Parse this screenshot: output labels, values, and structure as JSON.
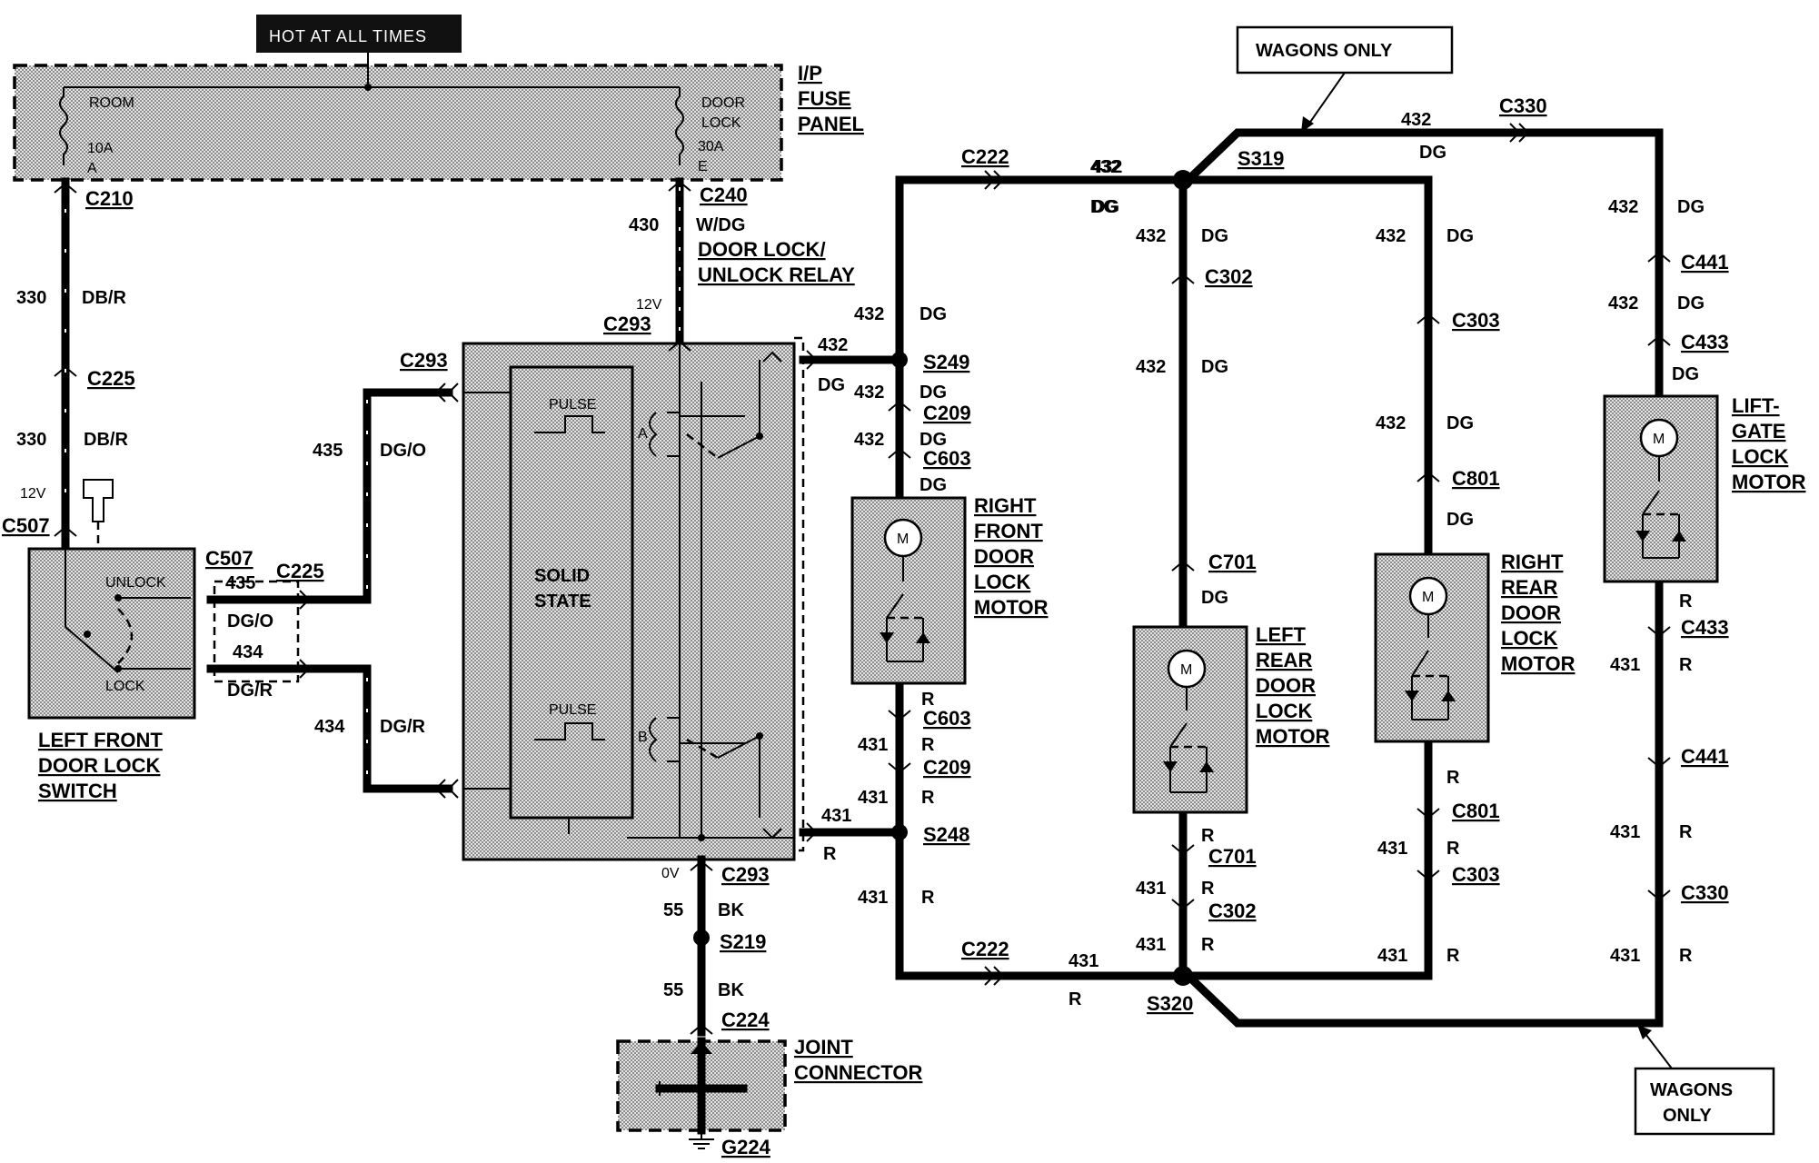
{
  "labels": {
    "hot_at_all_times": "HOT AT ALL TIMES",
    "ip": "I/P",
    "fuse": "FUSE",
    "panel": "PANEL",
    "room": "ROOM",
    "room_amp": "10A",
    "room_pos": "A",
    "door": "DOOR",
    "lock": "LOCK",
    "door_amp": "30A",
    "door_pos": "E",
    "wagons_only_top_1": "WAGONS ONLY",
    "wagons_only_bot_1": "WAGONS",
    "wagons_only_bot_2": "ONLY",
    "relay_1": "DOOR LOCK/",
    "relay_2": "UNLOCK RELAY",
    "solid_1": "SOLID",
    "solid_2": "STATE",
    "pulse": "PULSE",
    "relay_a": "A",
    "relay_b": "B",
    "unlock": "UNLOCK",
    "lock_sw": "LOCK",
    "lf_1": "LEFT FRONT",
    "lf_2": "DOOR LOCK",
    "lf_3": "SWITCH",
    "rf_1": "RIGHT",
    "rf_2": "FRONT",
    "rf_3": "DOOR",
    "rf_4": "LOCK",
    "rf_5": "MOTOR",
    "lr_1": "LEFT",
    "lr_2": "REAR",
    "lr_3": "DOOR",
    "lr_4": "LOCK",
    "lr_5": "MOTOR",
    "rr_1": "RIGHT",
    "rr_2": "REAR",
    "rr_3": "DOOR",
    "rr_4": "LOCK",
    "rr_5": "MOTOR",
    "lg_1": "LIFT-",
    "lg_2": "GATE",
    "lg_3": "LOCK",
    "lg_4": "MOTOR",
    "joint_1": "JOINT",
    "joint_2": "CONNECTOR",
    "motor": "M",
    "v12": "12V",
    "v0": "0V"
  },
  "connectors": {
    "c210": "C210",
    "c225": "C225",
    "c507": "C507",
    "c240": "C240",
    "c293": "C293",
    "c222": "C222",
    "c330": "C330",
    "s319": "S319",
    "s249": "S249",
    "c209": "C209",
    "c603": "C603",
    "c302": "C302",
    "c303": "C303",
    "c801": "C801",
    "c701": "C701",
    "c441": "C441",
    "c433": "C433",
    "s248": "S248",
    "s320": "S320",
    "s219": "S219",
    "c224": "C224",
    "g224": "G224"
  },
  "circuits": {
    "c330": "330",
    "db_r": "DB/R",
    "c430": "430",
    "w_dg": "W/DG",
    "c432": "432",
    "dg": "DG",
    "c431": "431",
    "r": "R",
    "c435": "435",
    "dg_o": "DG/O",
    "c434": "434",
    "dg_r": "DG/R",
    "c55": "55",
    "bk": "BK"
  }
}
